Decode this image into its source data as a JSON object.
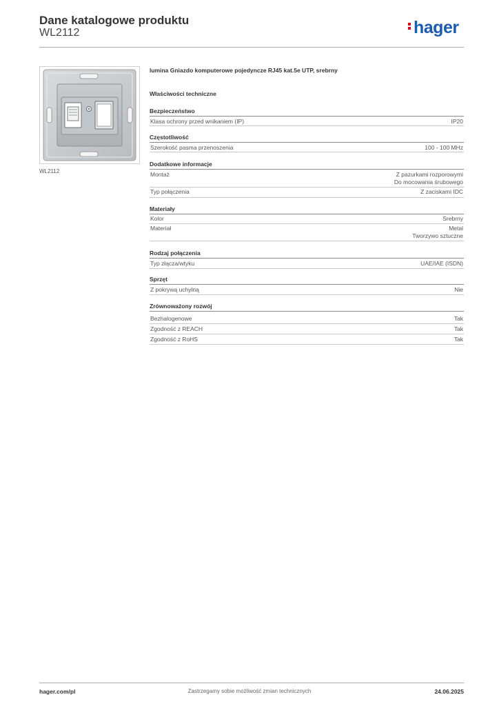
{
  "header": {
    "title": "Dane katalogowe produktu",
    "code": "WL2112",
    "logo_text": "hager",
    "logo_color": "#1b5bb3",
    "logo_accent": "#e2001a"
  },
  "image": {
    "caption": "WL2112"
  },
  "product": {
    "title": "lumina Gniazdo komputerowe pojedyncze RJ45 kat.5e UTP, srebrny",
    "section_title": "Właściwości techniczne"
  },
  "groups": [
    {
      "title": "Bezpieczeństwo",
      "rows": [
        {
          "label": "Klasa ochrony przed wnikaniem (IP)",
          "values": [
            "IP20"
          ]
        }
      ]
    },
    {
      "title": "Częstotliwość",
      "rows": [
        {
          "label": "Szerokość pasma przenoszenia",
          "values": [
            "100 - 100 MHz"
          ]
        }
      ]
    },
    {
      "title": "Dodatkowe informacje",
      "rows": [
        {
          "label": "Montaż",
          "values": [
            "Z pazurkami rozporowymi",
            "Do mocowania śrubowego"
          ]
        },
        {
          "label": "Typ połączenia",
          "values": [
            "Z zaciskami IDC"
          ]
        }
      ]
    },
    {
      "title": "Materiały",
      "rows": [
        {
          "label": "Kolor",
          "values": [
            "Srebrny"
          ]
        },
        {
          "label": "Materiał",
          "values": [
            "Metal",
            "Tworzywo sztuczne"
          ]
        }
      ]
    },
    {
      "title": "Rodzaj połączenia",
      "rows": [
        {
          "label": "Typ złącza/wtyku",
          "values": [
            "UAE/IAE (ISDN)"
          ]
        }
      ]
    },
    {
      "title": "Sprzęt",
      "rows": [
        {
          "label": "Z pokrywą uchylną",
          "values": [
            "Nie"
          ]
        }
      ]
    },
    {
      "title": "Zrównoważony rozwój",
      "rows": [
        {
          "label": "Bezhalogenowe",
          "values": [
            "Tak"
          ]
        },
        {
          "label": "Zgodność z REACH",
          "values": [
            "Tak"
          ]
        },
        {
          "label": "Zgodność z RoHS",
          "values": [
            "Tak"
          ]
        }
      ]
    }
  ],
  "footer": {
    "website": "hager.com/pl",
    "disclaimer": "Zastrzegamy sobie możliwość zmian technicznych",
    "date": "24.06.2025"
  }
}
